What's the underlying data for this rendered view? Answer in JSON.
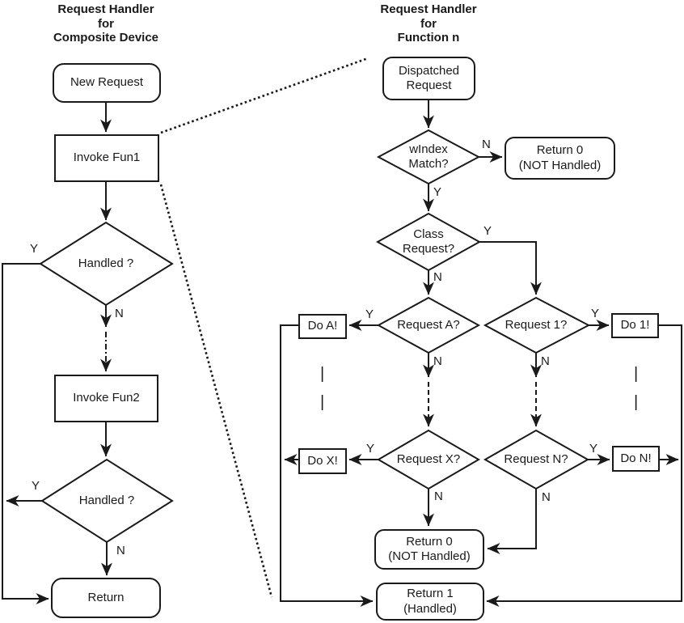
{
  "diagram": {
    "background_color": "#ffffff",
    "line_color": "#1a1a1a"
  },
  "left": {
    "title": "Request Handler\nfor\nComposite Device",
    "nodes": {
      "new_request": "New Request",
      "invoke_fun1": "Invoke Fun1",
      "handled_1": "Handled ?",
      "invoke_fun2": "Invoke Fun2",
      "handled_2": "Handled ?",
      "return": "Return"
    },
    "labels": {
      "handled1_y": "Y",
      "handled1_n": "N",
      "handled2_y": "Y",
      "handled2_n": "N"
    }
  },
  "right": {
    "title": "Request Handler\nfor\nFunction n",
    "nodes": {
      "dispatched_request": "Dispatched\nRequest",
      "windex_match": "wIndex\nMatch?",
      "return0_top": "Return 0\n(NOT Handled)",
      "class_request": "Class\nRequest?",
      "request_a": "Request A?",
      "do_a": "Do A!",
      "request_1": "Request 1?",
      "do_1": "Do 1!",
      "request_x": "Request X?",
      "do_x": "Do X!",
      "request_n": "Request N?",
      "do_n": "Do N!",
      "return0_bottom": "Return 0\n(NOT Handled)",
      "return1": "Return 1\n(Handled)"
    },
    "labels": {
      "windex_n": "N",
      "windex_y": "Y",
      "class_y": "Y",
      "class_n": "N",
      "request_a_y": "Y",
      "request_a_n": "N",
      "request_1_y": "Y",
      "request_1_n": "N",
      "request_x_y": "Y",
      "request_x_n": "N",
      "request_n_y": "Y",
      "request_n_n": "N",
      "ellipsis_mark": "|"
    }
  }
}
